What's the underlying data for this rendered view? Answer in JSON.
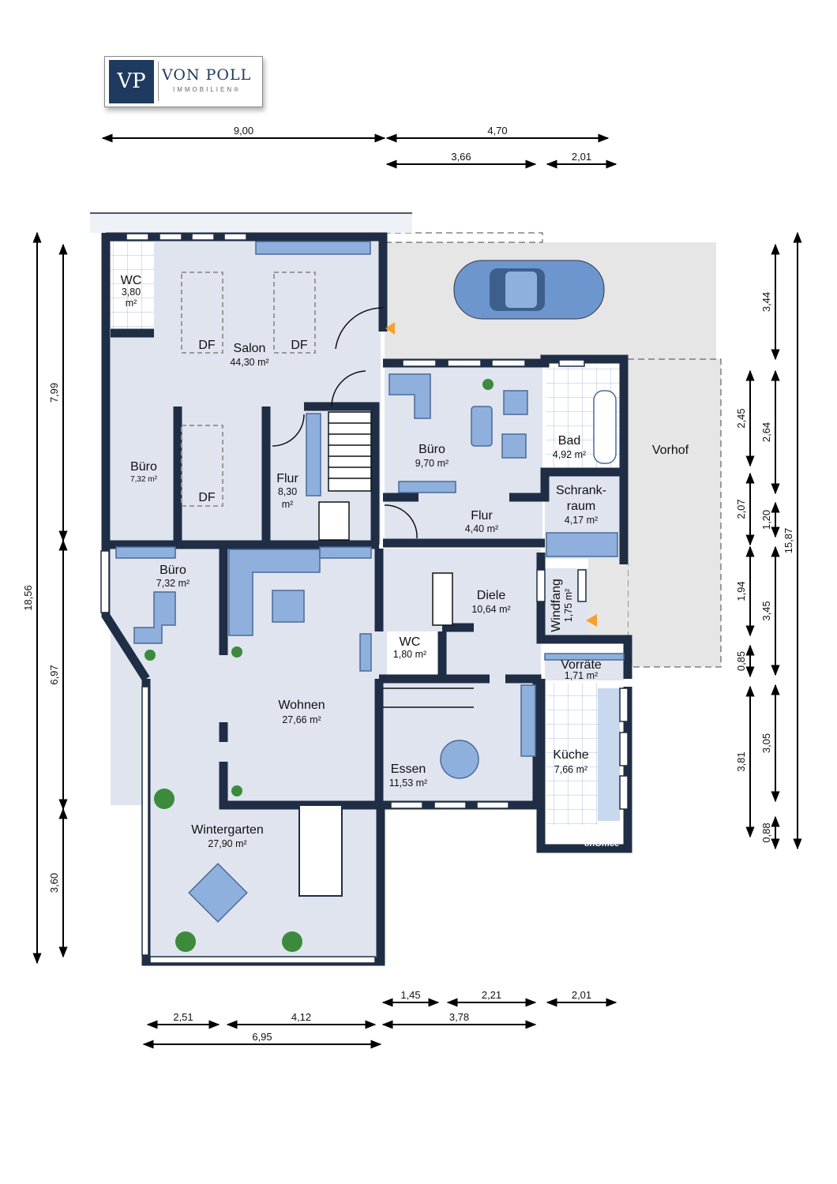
{
  "logo": {
    "mark": "VP",
    "name": "VON POLL",
    "sub": "IMMOBILIEN®"
  },
  "watermark": "onOffice",
  "rooms": {
    "wc_top": {
      "name": "WC",
      "area": "3,80",
      "unit": "m²"
    },
    "salon": {
      "name": "Salon",
      "area": "44,30 m²"
    },
    "df": "DF",
    "buero_left": {
      "name": "Büro",
      "area": "7,32 m²"
    },
    "flur_left": {
      "name": "Flur",
      "area": "8,30",
      "unit": "m²"
    },
    "buero_right": {
      "name": "Büro",
      "area": "9,70 m²"
    },
    "bad": {
      "name": "Bad",
      "area": "4,92 m²"
    },
    "vorhof": {
      "name": "Vorhof"
    },
    "flur_mid": {
      "name": "Flur",
      "area": "4,40 m²"
    },
    "schrankraum": {
      "name1": "Schrank-",
      "name2": "raum",
      "area": "4,17 m²"
    },
    "buero_lower": {
      "name": "Büro",
      "area": "7,32 m²"
    },
    "diele": {
      "name": "Diele",
      "area": "10,64 m²"
    },
    "windfang": {
      "name": "Windfang",
      "area": "1,75 m²"
    },
    "wc_lower": {
      "name": "WC",
      "area": "1,80 m²"
    },
    "vorraete": {
      "name": "Vorräte",
      "area": "1,71 m²"
    },
    "wohnen": {
      "name": "Wohnen",
      "area": "27,66 m²"
    },
    "kueche": {
      "name": "Küche",
      "area": "7,66 m²"
    },
    "essen": {
      "name": "Essen",
      "area": "11,53 m²"
    },
    "wintergarten": {
      "name": "Wintergarten",
      "area": "27,90 m²"
    }
  },
  "dimensions": {
    "top": [
      "9,00",
      "4,70",
      "3,66",
      "2,01"
    ],
    "left": [
      "18,56",
      "7,99",
      "6,97",
      "3,60"
    ],
    "right": [
      "3,44",
      "15,87",
      "2,45",
      "2,64",
      "2,07",
      "1,20",
      "1,94",
      "3,45",
      "0,85",
      "3,81",
      "3,05",
      "0,88"
    ],
    "bottom": [
      "1,45",
      "2,21",
      "2,01",
      "2,51",
      "4,12",
      "3,78",
      "6,95"
    ]
  },
  "colors": {
    "wall": "#1f2d45",
    "floor": "#dfe4ee",
    "furniture": "#8fb0dc",
    "yard": "#e6e6e6"
  }
}
